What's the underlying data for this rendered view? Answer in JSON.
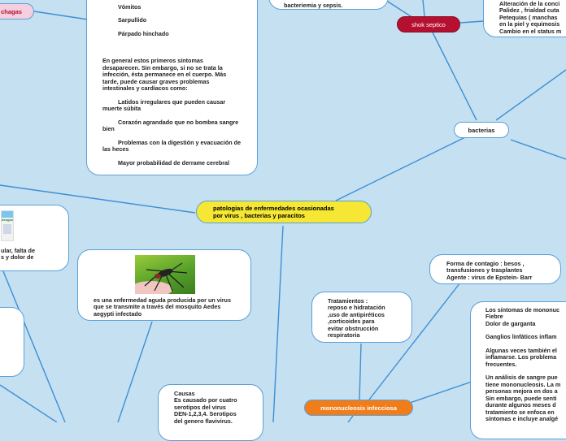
{
  "central": {
    "line1": "patologias de enfermedades ocasionadas",
    "line2": "por virus , bacterias y paracitos"
  },
  "chagas": {
    "label": "chagas"
  },
  "shock": {
    "label": "shok septico"
  },
  "bacterias": {
    "label": "bacterias"
  },
  "mono": {
    "label": "mononucleosis infecciosa"
  },
  "top_left_card": {
    "items": [
      "Vómitos",
      "Sarpullido",
      "Párpado hinchado"
    ],
    "paragraph": "En general estos primeros síntomas desaparecen. Sin embargo, si no se trata la infección, ésta permanece en el cuerpo. Más tarde, puede causar graves problemas intestinales y cardíacos como:",
    "items2": [
      "Latidos irregulares que pueden causar muerte súbita",
      "Corazón agrandado que no bombea sangre bien",
      "Problemas con la digestión y evacuación de las heces",
      "Mayor probabilidad de derrame cerebral"
    ]
  },
  "top_mid_card": {
    "text": "bacteriemia y sepsis."
  },
  "top_right_card": {
    "lines": [
      "Alteración de la conci",
      "Palidez , frialdad cuta",
      "Petequias ( manchas",
      "en la piel y equimosis",
      "Cambio en el status m"
    ]
  },
  "left_card": {
    "image_label": "dengue",
    "lines": [
      "ular, falta de",
      "s y dolor de"
    ]
  },
  "dengue_card": {
    "text": "es una enfermedad aguda producida por un virus que se transmite a través del mosquito Aedes aegypti infectado"
  },
  "causas_card": {
    "lines": [
      "Causas",
      "Es causado por cuatro",
      "serotipos del virus",
      "DEN-1,2,3,4. Serotipos",
      "del genero flavivirus."
    ]
  },
  "tratamientos_card": {
    "lines": [
      "Tratamientos :",
      "reposo e hidratación",
      ",uso de antipiréticos",
      ",corticoides para",
      "evitar obstrucción",
      "respiratoria"
    ]
  },
  "contagio_card": {
    "lines": [
      "Forma de contagio : besos ,",
      "transfusiones y trasplantes",
      "Agente : virus de Epstein- Barr"
    ]
  },
  "sintomas_card": {
    "lines": [
      "Los síntomas de mononuc",
      "Fiebre",
      "Dolor de garganta",
      "",
      "Ganglios linfáticos inflam",
      "",
      "Algunas veces también el",
      "inflamarse. Los problema",
      "frecuentes.",
      "",
      "Un análisis de sangre pue",
      "tiene mononucleosis. La m",
      "personas mejora en dos a",
      "Sin embargo, puede senti",
      "durante algunos meses d",
      "tratamiento se enfoca en",
      "síntomas e incluye analgé"
    ]
  },
  "colors": {
    "background": "#c5e0f1",
    "line": "#3d8fd6",
    "central": "#f5e733",
    "chagas": "#f4cfdf",
    "shock": "#b5102f",
    "mono": "#f07d1a"
  }
}
